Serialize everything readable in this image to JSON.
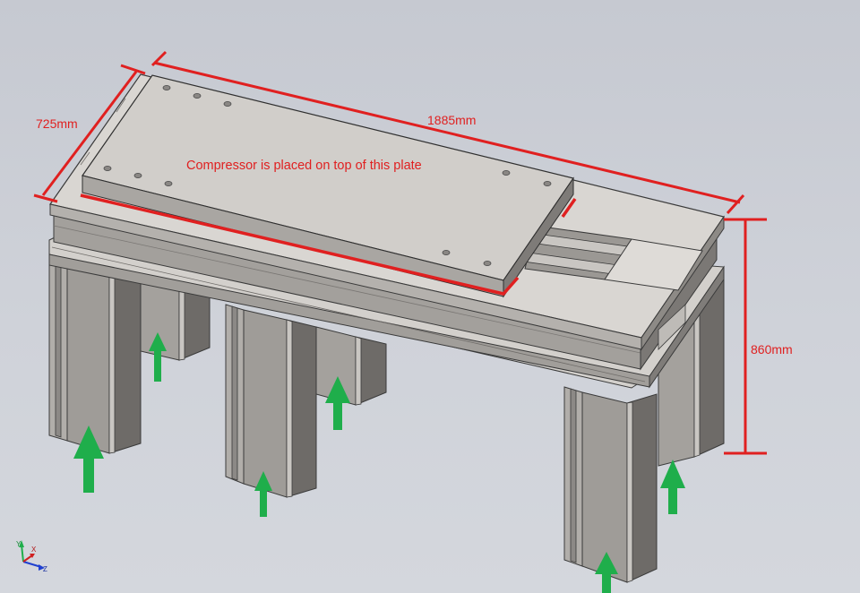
{
  "dimensions": {
    "width_label": "725mm",
    "length_label": "1885mm",
    "height_label": "860mm"
  },
  "annotation": {
    "text": "Compressor is placed on top of this plate"
  },
  "axes": {
    "x": "X",
    "y": "Y",
    "z": "Z"
  },
  "colors": {
    "dimension": "#e02020",
    "load_arrow": "#1fae4b",
    "steel_light": "#d6d3cf",
    "steel_mid": "#a8a5a1",
    "steel_dark": "#7d7a77"
  }
}
